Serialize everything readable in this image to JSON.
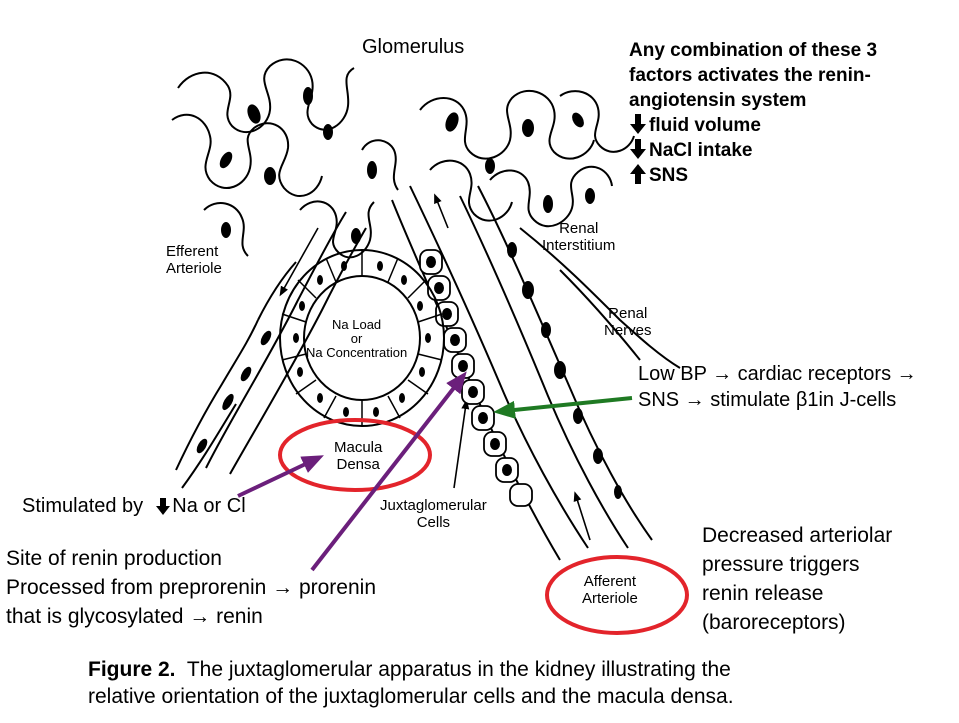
{
  "labels": {
    "glomerulus": "Glomerulus",
    "efferent_line1": "Efferent",
    "efferent_line2": "Arteriole",
    "renal_interstitium_line1": "Renal",
    "renal_interstitium_line2": "Interstitium",
    "renal_nerves_line1": "Renal",
    "renal_nerves_line2": "Nerves",
    "na_load_line1": "Na Load",
    "na_load_line2": "or",
    "na_load_line3": "Na Concentration",
    "macula_line1": "Macula",
    "macula_line2": "Densa",
    "jg_line1": "Juxtaglomerular",
    "jg_line2": "Cells",
    "afferent_line1": "Afferent",
    "afferent_line2": "Arteriole"
  },
  "factors": {
    "line1": "Any combination of these 3",
    "line2": "factors activates the renin-",
    "line3": "angiotensin system",
    "item1": "fluid volume",
    "item2": "NaCl intake",
    "item3": "SNS"
  },
  "annotations": {
    "low_bp_line1": "Low BP → cardiac receptors →",
    "low_bp_line2": "SNS → stimulate β1in J-cells",
    "stimulated_prefix": "Stimulated by",
    "stimulated_suffix": "Na or Cl",
    "site_line1": "Site of renin production",
    "site_line2": "Processed from preprorenin → prorenin",
    "site_line3": "that is glycosylated → renin",
    "decreased_line1": "Decreased arteriolar",
    "decreased_line2": "pressure triggers",
    "decreased_line3": "renin release",
    "decreased_line4": "(baroreceptors)"
  },
  "caption": {
    "label": "Figure 2.",
    "line1": "The juxtaglomerular apparatus in the kidney illustrating the",
    "line2": "relative orientation of the juxtaglomerular cells and the macula densa."
  },
  "colors": {
    "ellipse": "#e3242b",
    "purple_arrow": "#6b1f7b",
    "green_arrow": "#1f7a23"
  }
}
